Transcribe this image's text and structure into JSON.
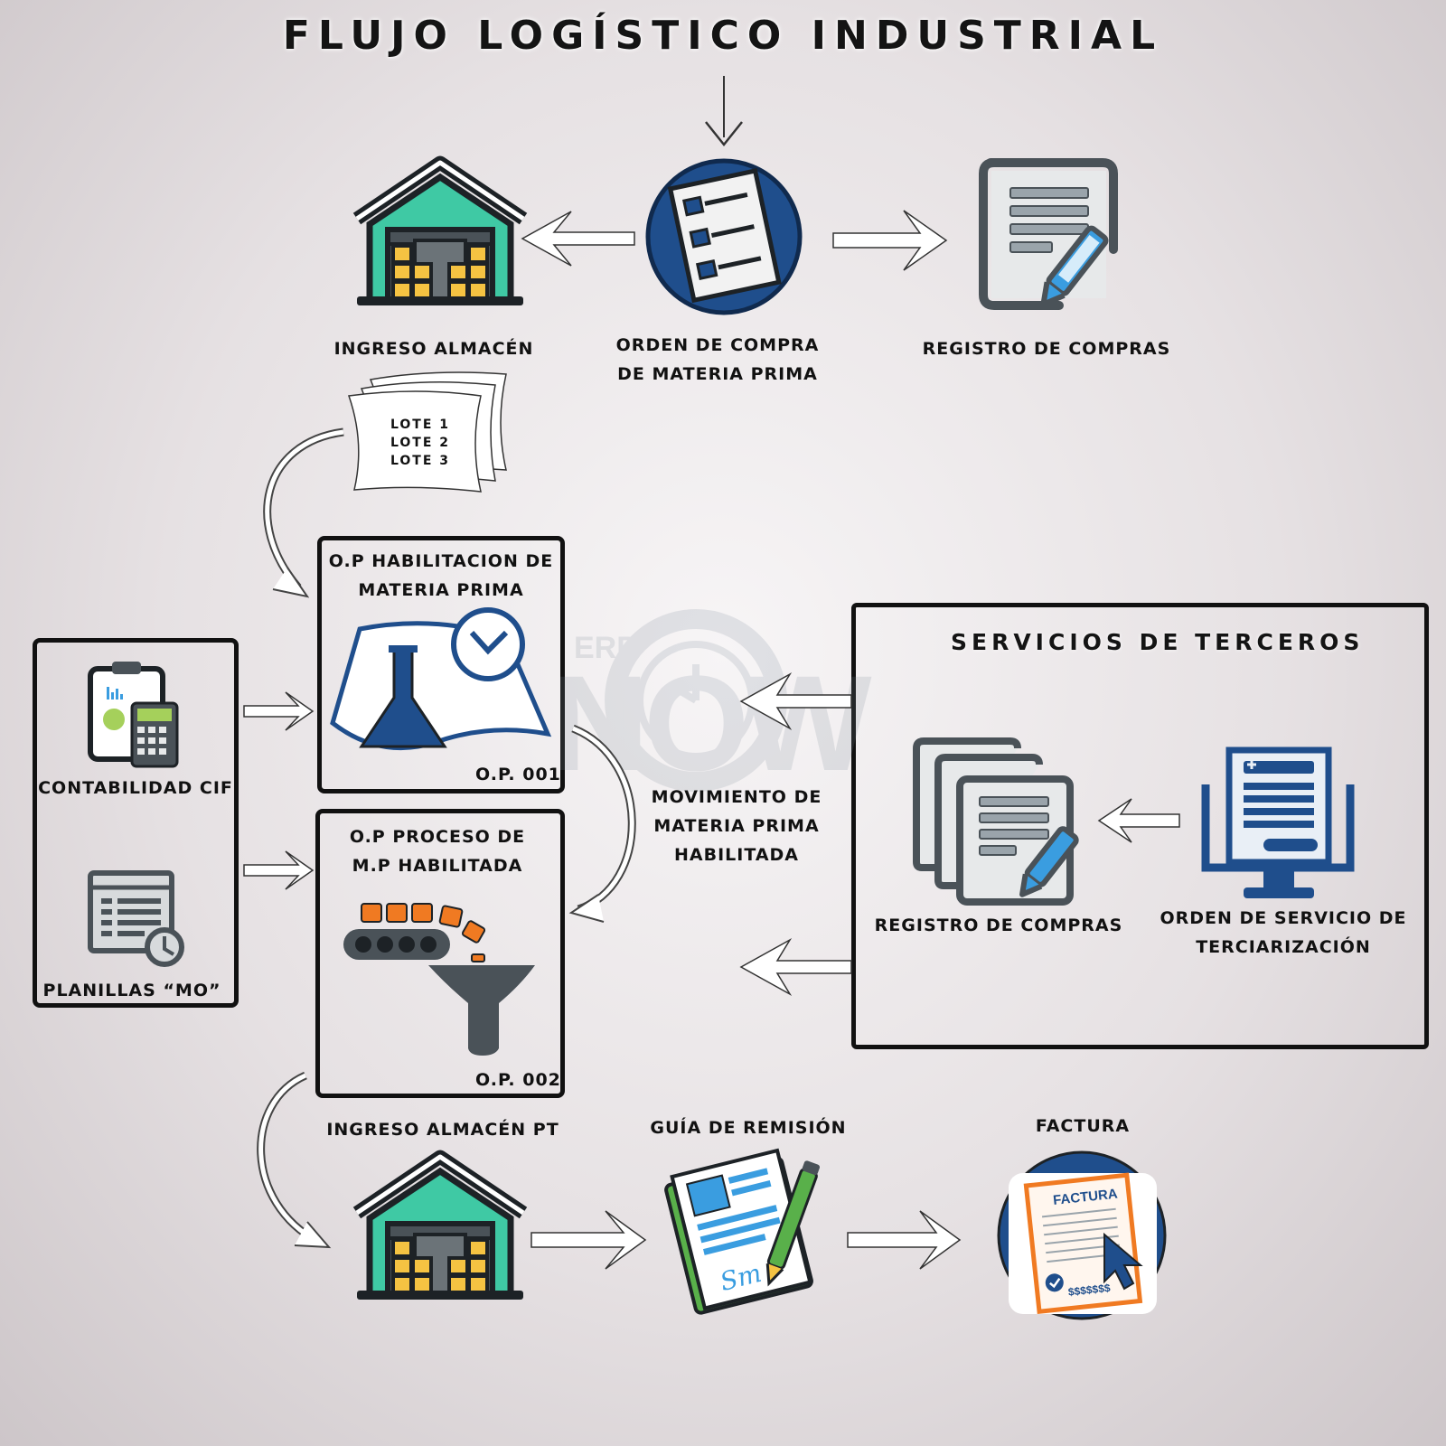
{
  "title": "FLUJO LOGÍSTICO INDUSTRIAL",
  "watermark": {
    "small": "ERP",
    "large": "NOW"
  },
  "top_row": {
    "ingreso_almacen": "INGRESO ALMACÉN",
    "orden_compra_line1": "ORDEN DE COMPRA",
    "orden_compra_line2": "DE MATERIA PRIMA",
    "registro_compras": "REGISTRO DE COMPRAS"
  },
  "lotes": [
    "LOTE 1",
    "LOTE 2",
    "LOTE 3"
  ],
  "op_habilitacion": {
    "title_line1": "O.P HABILITACION DE",
    "title_line2": "MATERIA PRIMA",
    "number": "O.P. 001"
  },
  "op_proceso": {
    "title_line1": "O.P PROCESO DE",
    "title_line2": "M.P HABILITADA",
    "number": "O.P. 002"
  },
  "left_panel": {
    "contabilidad": "CONTABILIDAD CIF",
    "planillas": "PLANILLAS “MO”"
  },
  "movimiento": [
    "MOVIMIENTO DE",
    "MATERIA PRIMA",
    "HABILITADA"
  ],
  "servicios": {
    "title": "SERVICIOS DE TERCEROS",
    "registro": "REGISTRO DE COMPRAS",
    "orden_line1": "ORDEN DE SERVICIO DE",
    "orden_line2": "TERCIARIZACIÓN"
  },
  "bottom_row": {
    "ingreso_pt": "INGRESO ALMACÉN PT",
    "guia": "GUÍA DE REMISIÓN",
    "factura": "FACTURA",
    "factura_doc_title": "FACTURA",
    "factura_amount": "$$$$$$$",
    "signature": "Sm"
  },
  "colors": {
    "navy": "#1f4e8c",
    "teal": "#3fc9a4",
    "dark_gray": "#4a5258",
    "yellow": "#f5c342",
    "orange": "#f07a22",
    "light_blue": "#3a9de0",
    "green": "#59b04a"
  }
}
